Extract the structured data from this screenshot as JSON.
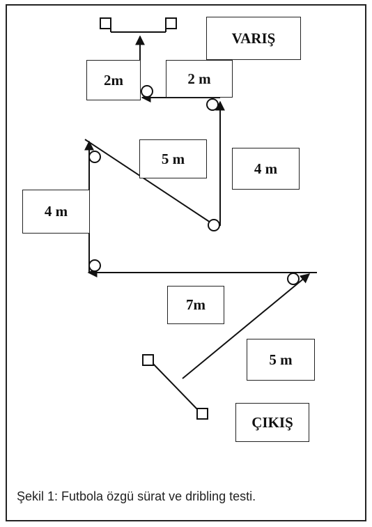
{
  "labels": {
    "finish": "VARIŞ",
    "start": "ÇIKIŞ",
    "dist_2m_left": "2m",
    "dist_2m_right": "2 m",
    "dist_5m_diag": "5 m",
    "dist_4m_right": "4 m",
    "dist_4m_left": "4 m",
    "dist_7m": "7m",
    "dist_5m_start": "5 m"
  },
  "caption": "Şekil 1: Futbola özgü sürat ve dribling testi.",
  "colors": {
    "stroke": "#111111",
    "background": "#ffffff"
  }
}
